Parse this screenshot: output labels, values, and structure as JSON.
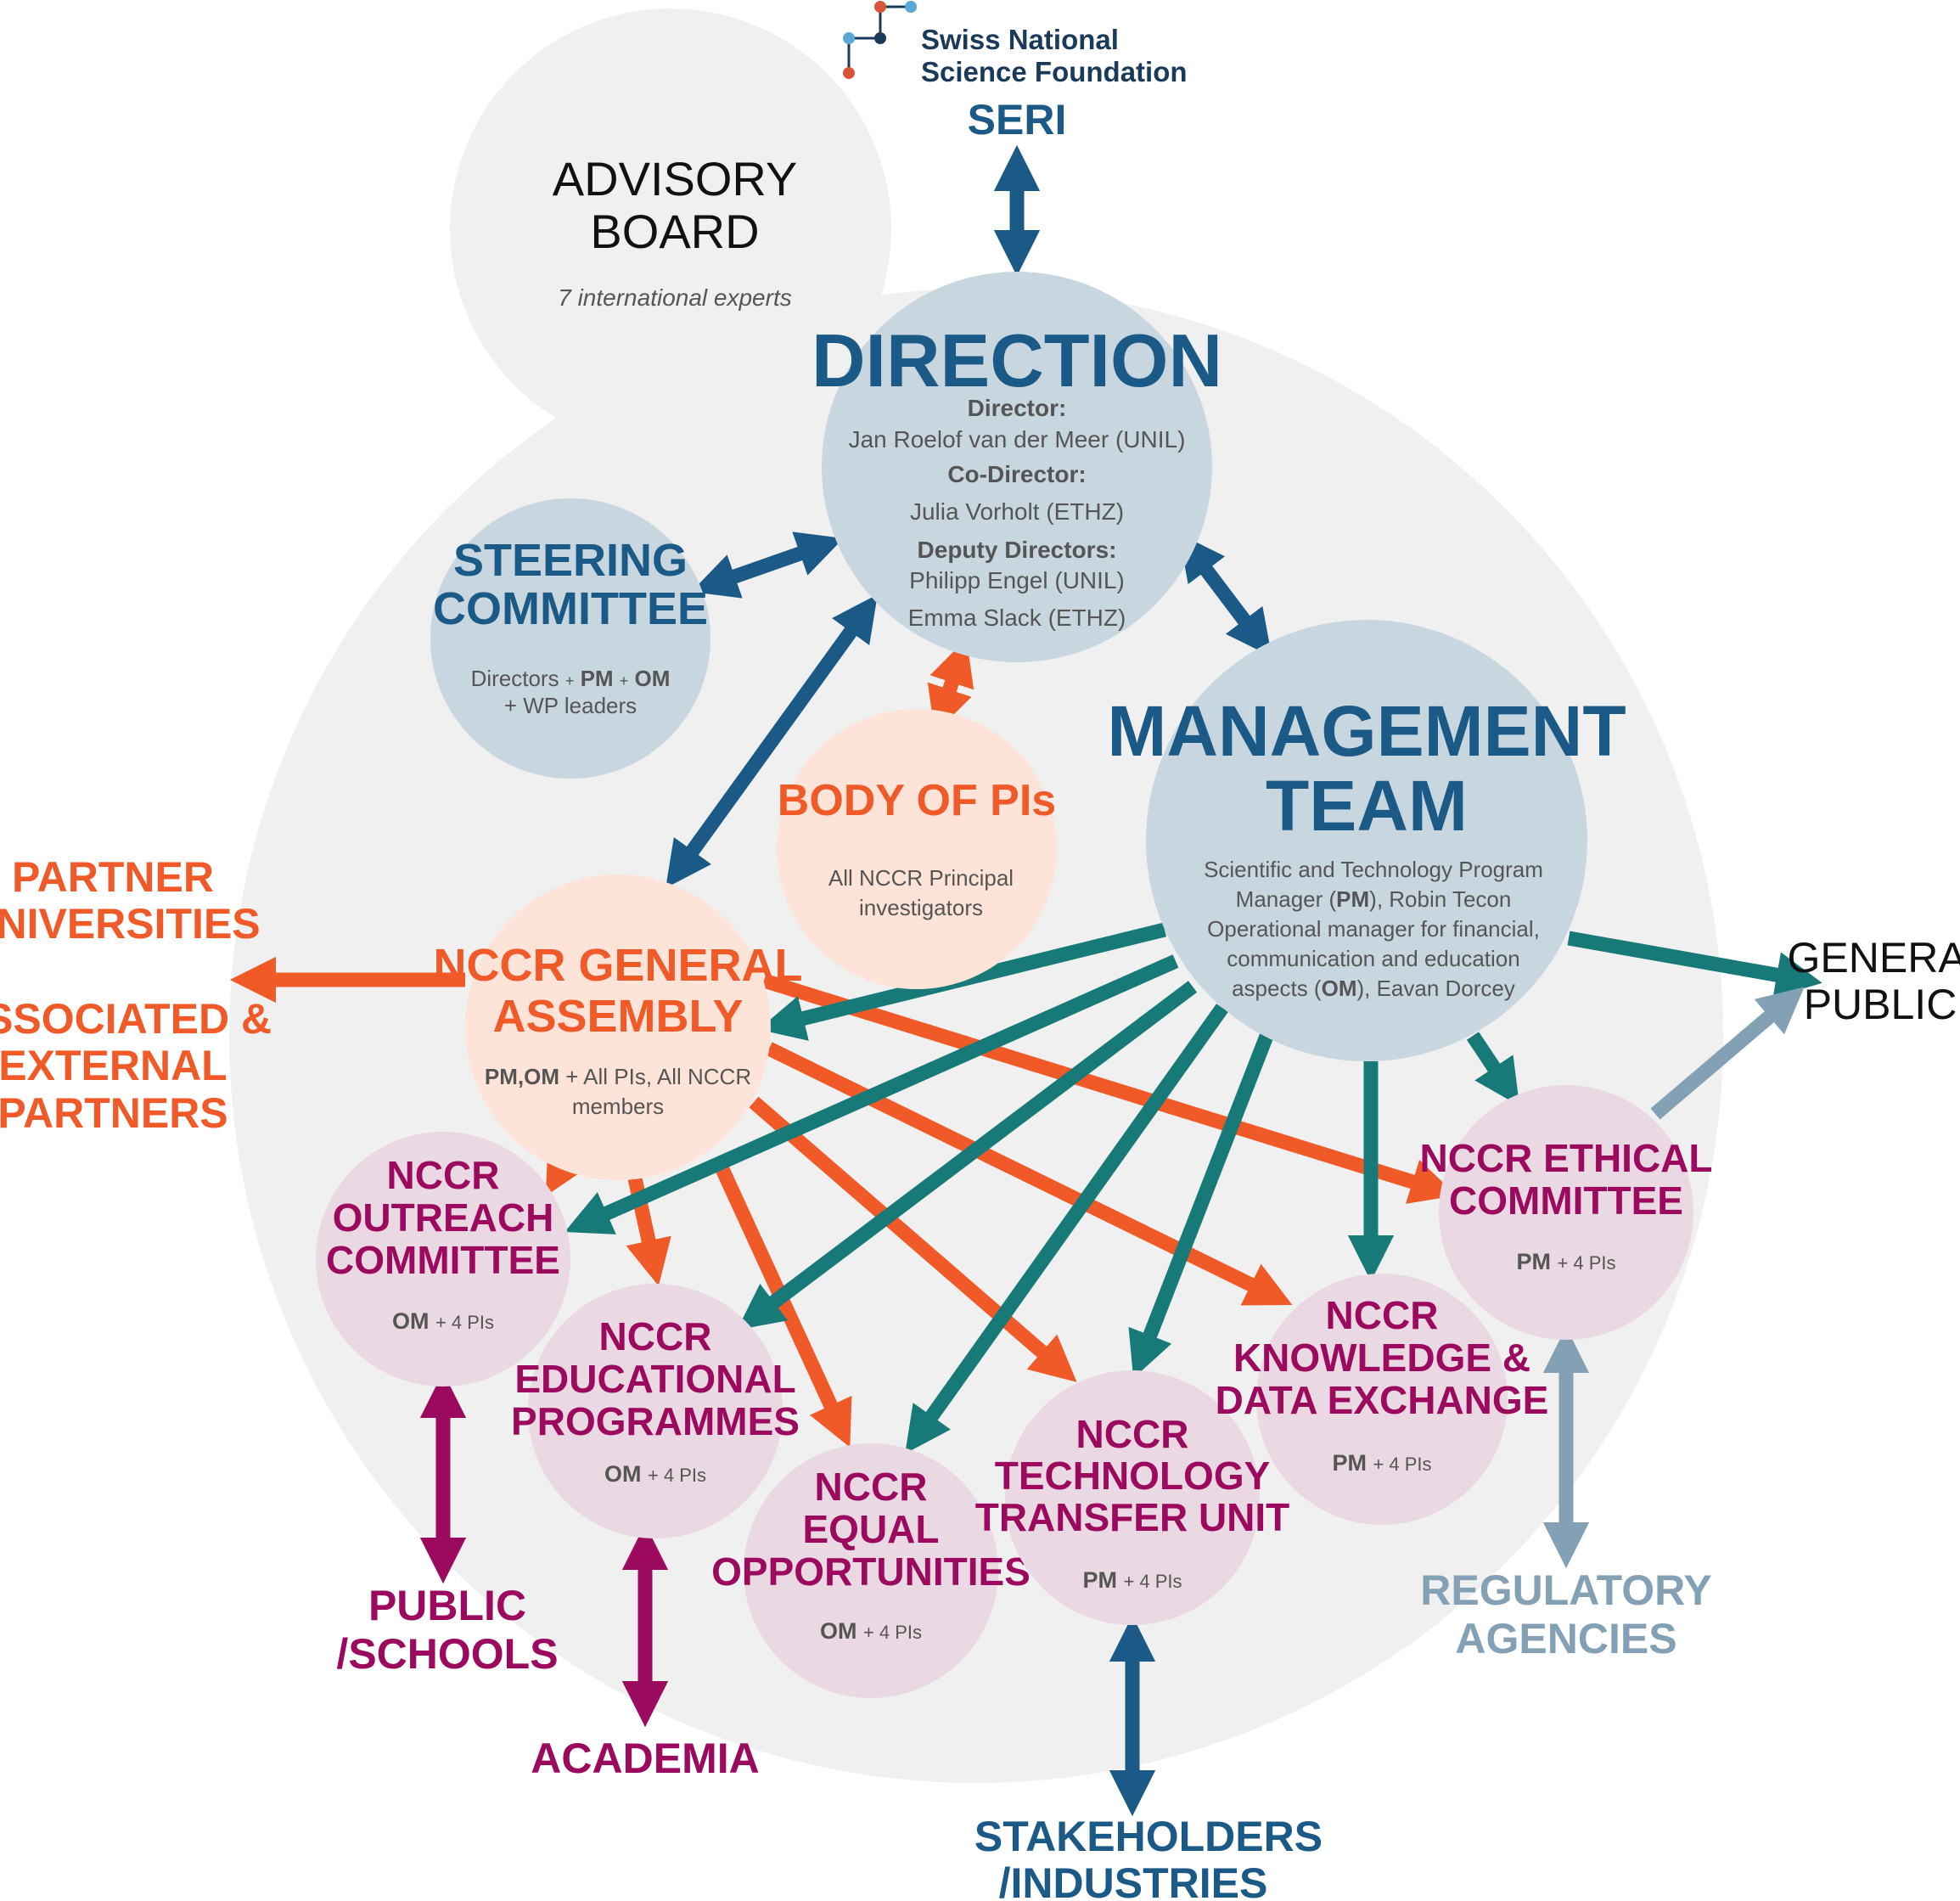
{
  "logo": {
    "line1": "Swiss National",
    "line2": "Science Foundation"
  },
  "colors": {
    "background_blob": "#f0f0f0",
    "dark_blue": "#1b5a87",
    "orange": "#f05a28",
    "teal": "#177a78",
    "magenta": "#9b0a5e",
    "grey_blue": "#84a0b4",
    "node_blue": "#c8d6e0",
    "node_peach": "#fde3d8",
    "node_pink": "#ead8e2",
    "text_grey": "#555555"
  },
  "seri": "SERI",
  "advisory": {
    "title1": "ADVISORY",
    "title2": "BOARD",
    "sub": "7 international experts"
  },
  "direction": {
    "title": "DIRECTION",
    "director_label": "Director:",
    "director_name": "Jan Roelof van der Meer (UNIL)",
    "codirector_label": "Co-Director:",
    "codirector_name": "Julia Vorholt (ETHZ)",
    "deputy_label": "Deputy Directors:",
    "deputy1": "Philipp Engel (UNIL)",
    "deputy2": "Emma Slack (ETHZ)"
  },
  "steering": {
    "title1": "STEERING",
    "title2": "COMMITTEE",
    "line1_a": "Directors",
    "plus": "+",
    "pm": "PM",
    "om": "OM",
    "line2": "+ WP leaders"
  },
  "body_pis": {
    "title": "BODY OF PIs",
    "line1": "All NCCR Principal",
    "line2": "investigators"
  },
  "management": {
    "title1": "MANAGEMENT",
    "title2": "TEAM",
    "line1": "Scientific and Technology Program",
    "line2_a": "Manager  (",
    "pm": "PM",
    "line2_b": "), Robin Tecon",
    "line3": "Operational manager for financial,",
    "line4": "communication and education",
    "line5_a": "aspects (",
    "om": "OM",
    "line5_b": "), Eavan Dorcey"
  },
  "general_assembly": {
    "title1": "NCCR GENERAL",
    "title2": "ASSEMBLY",
    "line1_bold": "PM,OM",
    "line1_rest": " + All PIs, All NCCR",
    "line2": "members"
  },
  "left_labels": {
    "partner1": "PARTNER",
    "partner2": "UNIVERSITIES",
    "assoc1": "ASSOCIATED &",
    "assoc2": "EXTERNAL",
    "assoc3": "PARTNERS"
  },
  "general_public": {
    "line1": "GENERAL",
    "line2": "PUBLIC"
  },
  "committees": {
    "outreach": {
      "l1": "NCCR",
      "l2": "OUTREACH",
      "l3": "COMMITTEE",
      "role": "OM",
      "members": "+ 4 PIs"
    },
    "educational": {
      "l1": "NCCR",
      "l2": "EDUCATIONAL",
      "l3": "PROGRAMMES",
      "role": "OM",
      "members": "+ 4 PIs"
    },
    "equal": {
      "l1": "NCCR",
      "l2": "EQUAL",
      "l3": "OPPORTUNITIES",
      "role": "OM",
      "members": "+ 4 PIs"
    },
    "technology": {
      "l1": "NCCR",
      "l2": "TECHNOLOGY",
      "l3": "TRANSFER UNIT",
      "role": "PM",
      "members": "+ 4 PIs"
    },
    "knowledge": {
      "l1": "NCCR",
      "l2": "KNOWLEDGE &",
      "l3": "DATA EXCHANGE",
      "role": "PM",
      "members": "+ 4 PIs"
    },
    "ethical": {
      "l1": "NCCR ETHICAL",
      "l2": "COMMITTEE",
      "role": "PM",
      "members": "+ 4 PIs"
    }
  },
  "outside": {
    "public1": "PUBLIC",
    "public2": "/SCHOOLS",
    "academia": "ACADEMIA",
    "stake1": "STAKEHOLDERS",
    "stake2": "/INDUSTRIES",
    "reg1": "REGULATORY",
    "reg2": "AGENCIES"
  }
}
